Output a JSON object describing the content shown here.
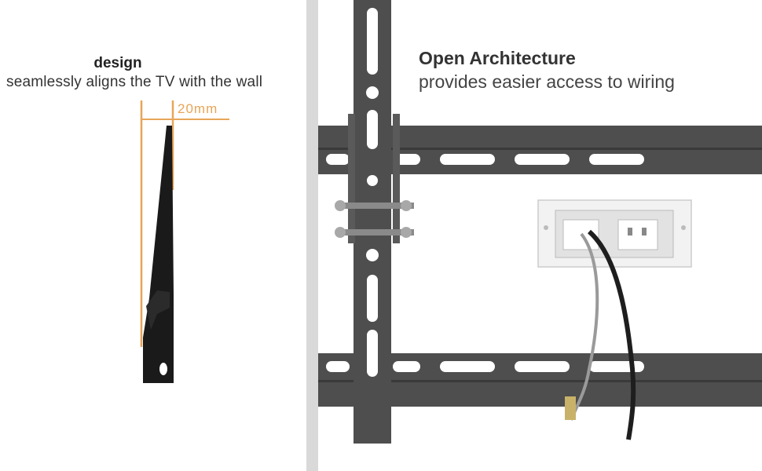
{
  "left_panel": {
    "title": "design",
    "subtitle": "seamlessly aligns the TV with the wall",
    "dimension_label": "20mm",
    "accent_color": "#e8a558"
  },
  "right_panel": {
    "title": "Open Architecture",
    "subtitle": "provides easier access to wiring"
  },
  "colors": {
    "mount_metal": "#4e4e4e",
    "divider": "#d9d9d9",
    "wall_box": "#f2f2f2"
  }
}
